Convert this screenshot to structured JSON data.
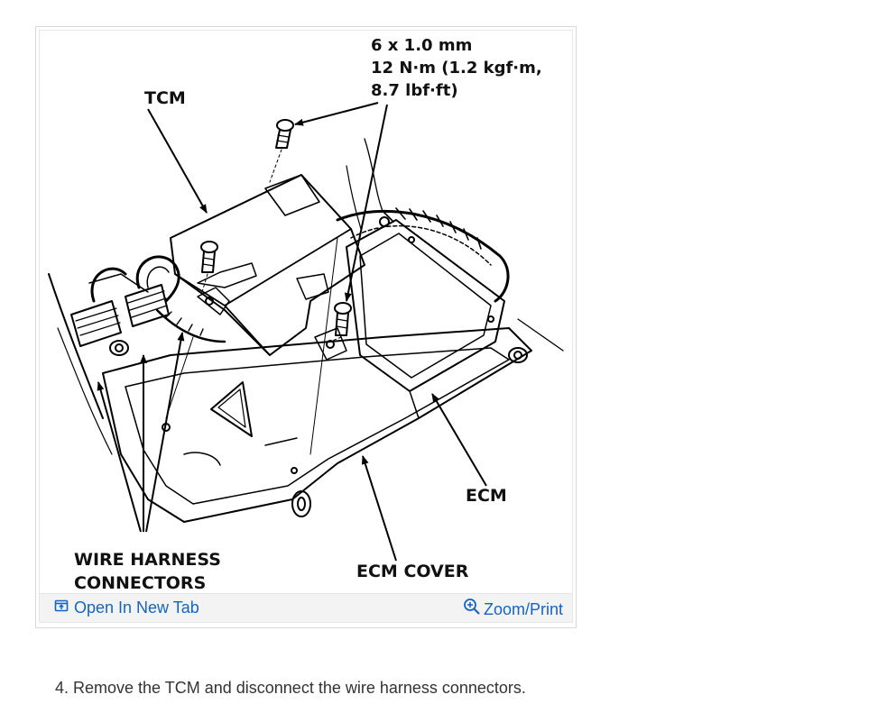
{
  "figure": {
    "labels": {
      "tcm": "TCM",
      "bolt_spec_line1": "6 x 1.0 mm",
      "bolt_spec_line2": "12 N·m (1.2 kgf·m,",
      "bolt_spec_line3": "8.7 lbf·ft)",
      "ecm": "ECM",
      "ecm_cover": "ECM COVER",
      "wire_harness_line1": "WIRE HARNESS",
      "wire_harness_line2": "CONNECTORS"
    },
    "toolbar": {
      "open_new_tab": "Open In New Tab",
      "zoom_print": "Zoom/Print",
      "link_color": "#1565c0"
    }
  },
  "step": {
    "text": "4. Remove the TCM and disconnect the wire harness connectors."
  }
}
